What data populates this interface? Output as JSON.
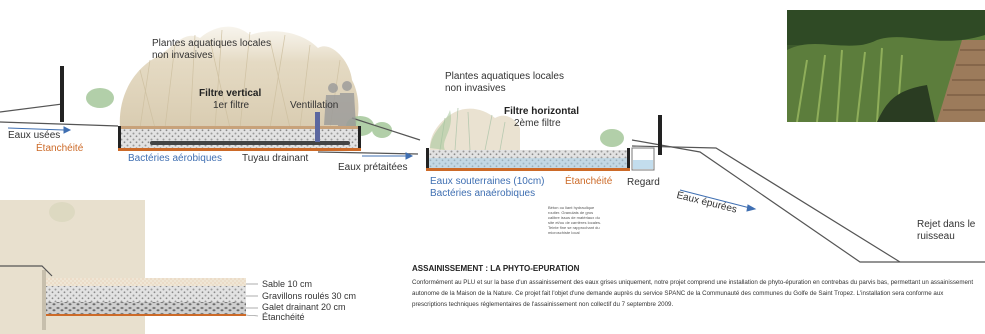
{
  "labels": {
    "plants_left": "Plantes aquatiques locales\nnon invasives",
    "filter_vertical_title": "Filtre vertical",
    "filter_vertical_sub": "1er filtre",
    "ventilation": "Ventillation",
    "eaux_usees": "Eaux usées",
    "etancheite_left": "Étanchéité",
    "bacteries_aerobiques": "Bactéries aérobiques",
    "tuyau_drainant": "Tuyau drainant",
    "plants_right": "Plantes aquatiques locales\nnon invasives",
    "filter_horizontal_title": "Filtre horizontal",
    "filter_horizontal_sub": "2ème filtre",
    "eaux_pretraitees": "Eaux prétaitées",
    "eaux_souterraines": "Eaux souterraines (10cm)",
    "bacteries_anaerobiques": "Bactéries anaérobiques",
    "etancheite_right": "Étanchéité",
    "regard": "Regard",
    "eaux_epurees": "Eaux épurées",
    "rejet": "Rejet dans le\nruisseau",
    "tiny_note": "Béton ou liant hydraulique routier. Granulats de gros calibre issus de matériaux du site et/ou de carrières locales. Teinte fine se rapprochant du microschiste local"
  },
  "legend": {
    "sable": "Sable 10 cm",
    "gravillons": "Gravillons roulés 30 cm",
    "galet": "Galet drainant 20 cm",
    "etancheite": "Étanchéité"
  },
  "text_block": {
    "title": "ASSAINISSEMENT : LA PHYTO-EPURATION",
    "body": "Conformément au PLU et sur la base d'un assainissement des eaux grises uniquement, notre projet comprend une installation de phyto-épuration en contrebas du parvis bas, permettant un assainissement autonome de la Maison de la Nature. Ce projet fait l'objet d'une demande auprès du service SPANC de la Communauté des communes du Golfe de Saint Tropez. L'installation sera conforme aux prescriptions techniques réglementaires de l'assainissement non collectif du 7 septembre 2009."
  },
  "colors": {
    "blue_text": "#3f6fb2",
    "orange_text": "#cc6a28",
    "reed": "#e4dac6",
    "gravel": "#d9d9d9",
    "liner": "#cc6a28",
    "ground": "#555555",
    "water": "#a9cfe6",
    "greenery": "#a4c79a"
  }
}
